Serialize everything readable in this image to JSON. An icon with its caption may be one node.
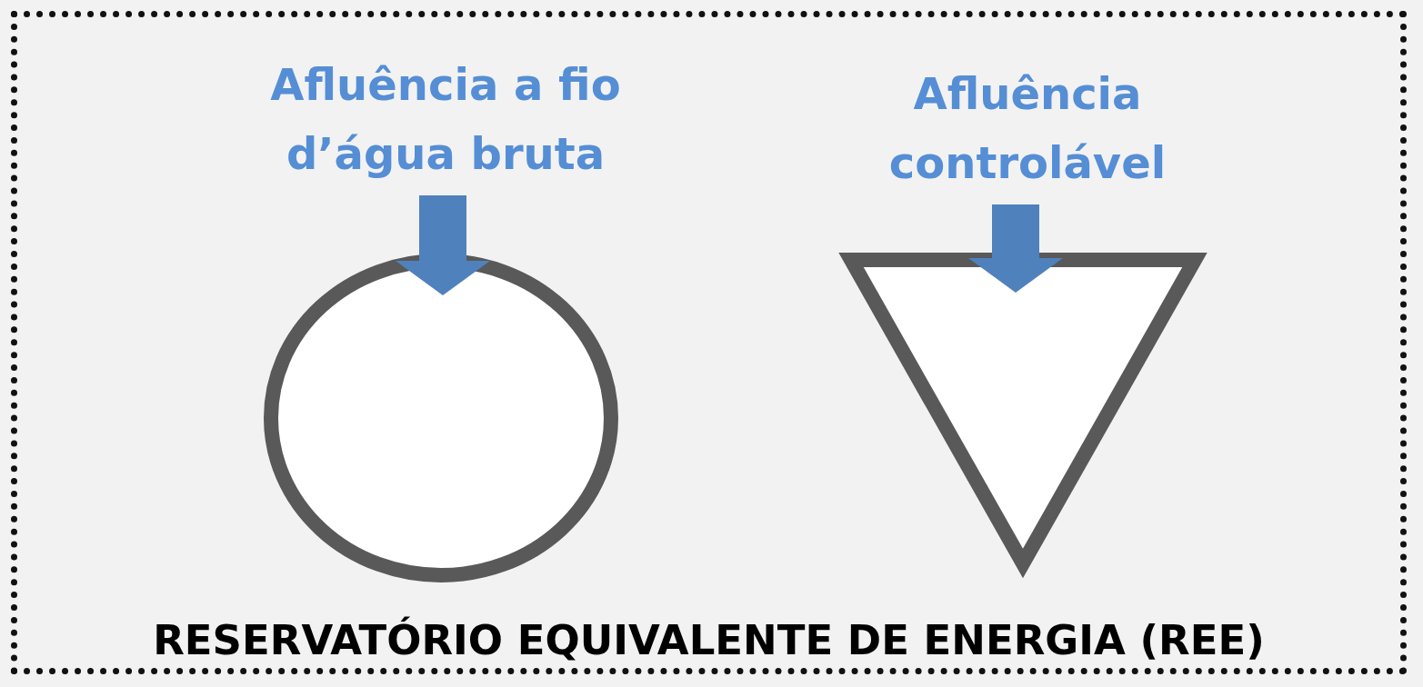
{
  "diagram": {
    "nodes": [
      {
        "text": [
          "RESERVATÓRIO EQUIVALENTE DE ENERGIA (REE)"
        ]
      },
      {
        "text": [
          "Afluência a fio d’água bruta"
        ],
        "in": 0
      },
      {
        "text": [],
        "shape": "circle",
        "in": 0
      },
      {
        "text": [
          "Afluência controlável"
        ],
        "in": 0
      },
      {
        "text": [],
        "shape": "triangle",
        "in": 0
      }
    ],
    "edges": [
      {
        "from": 1,
        "to": 2,
        "arrow": "to",
        "color": "#4f81bd"
      },
      {
        "from": 3,
        "to": 4,
        "arrow": "to",
        "color": "#4f81bd"
      }
    ]
  }
}
